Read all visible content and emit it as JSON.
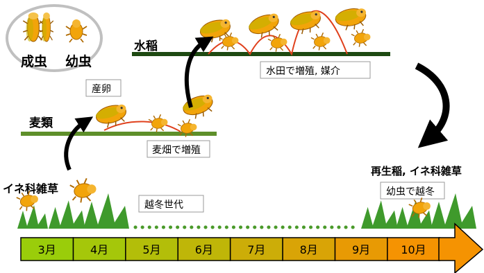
{
  "legend": {
    "adult": "成虫",
    "larva": "幼虫"
  },
  "fields": {
    "rice": "水稲",
    "wheat": "麦類",
    "grass": "イネ科雑草",
    "regrowth": "再生稲, イネ科雑草"
  },
  "notes": {
    "oviposition": "産卵",
    "wheat_multiply": "麦畑で増殖",
    "rice_multiply": "水田で増殖, 媒介",
    "overwinter_generation": "越冬世代",
    "overwinter_larva": "幼虫で越冬"
  },
  "months": [
    "3月",
    "4月",
    "5月",
    "6月",
    "7月",
    "8月",
    "9月",
    "10月"
  ],
  "month_colors": [
    "#9acd0a",
    "#a5c70a",
    "#b3be09",
    "#bfb608",
    "#ccad08",
    "#d9a406",
    "#e89a04",
    "#f59302"
  ],
  "colors": {
    "insect": "#f2a40a",
    "field_line_rice": "#1e4a12",
    "field_line_wheat": "#5e8f2a",
    "grass": "#3f9a2c",
    "dots": "#4a9a2a",
    "curve": "#e0401c"
  },
  "icons": [
    "adult-insect-icon",
    "larva-icon",
    "grass-tuft-icon",
    "cycle-arrow-icon",
    "timeline-arrow-icon"
  ]
}
